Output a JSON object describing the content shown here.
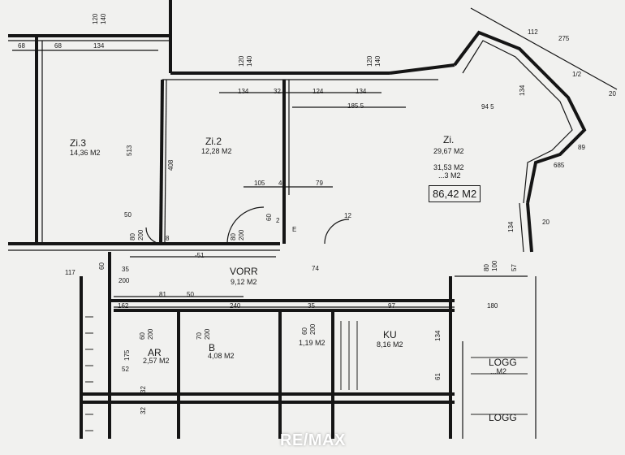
{
  "rooms": {
    "zi3": {
      "name": "Zi.3",
      "area": "14,36 M2"
    },
    "zi2": {
      "name": "Zi.2",
      "area": "12,28 M2"
    },
    "zi1": {
      "name": "Zi.",
      "area": "29,67 M2",
      "area_alt": "31,53 M2",
      "area_alt2": "...3 M2"
    },
    "vorr": {
      "name": "VORR",
      "area": "9,12 M2"
    },
    "ar": {
      "name": "AR",
      "area": "2,57 M2"
    },
    "b": {
      "name": "B",
      "area": "4,08 M2"
    },
    "wc": {
      "area": "1,19 M2"
    },
    "ku": {
      "name": "KU",
      "area": "8,16 M2"
    },
    "logg1": {
      "name": "LOGG",
      "area": "...M2"
    },
    "logg2": {
      "name": "LOGG"
    }
  },
  "total_area": "86,42 M2",
  "dimensions": {
    "d68a": "68",
    "d68b": "68",
    "d134a": "134",
    "d120a": "120",
    "d140a": "140",
    "d120b": "120",
    "d140b": "140",
    "d120c": "120",
    "d140c": "140",
    "d134b": "134",
    "d32": "32",
    "d124": "124",
    "d134c": "134",
    "d1855": "185 5",
    "d513": "513",
    "d408": "408",
    "d105": "105",
    "d40": "40",
    "d79": "79",
    "d50": "50",
    "d80a": "80",
    "d200a": "200",
    "d80b": "80",
    "d200b": "200",
    "d60": "60",
    "d2": "2",
    "d51": "-51",
    "d74": "74",
    "d81": "81",
    "d50b": "50",
    "d162": "162",
    "d240": "240",
    "d35": "35",
    "d97": "97",
    "d180": "180",
    "d60b": "60",
    "d200c": "200",
    "d70": "70",
    "d200d": "200",
    "d60c": "60",
    "d200e": "200",
    "d175": "175",
    "d52": "52",
    "d32b": "32",
    "d32c": "32",
    "d134d": "134",
    "d61": "61",
    "d112": "112",
    "d275": "275",
    "d12b": "1/2",
    "d20": "20",
    "d945": "94 5",
    "d134e": "134",
    "d685": "685",
    "d89": "89",
    "d20b": "20",
    "d134f": "134",
    "d80c": "80",
    "d100": "100",
    "d57": "57",
    "d117": "117",
    "d60d": "60",
    "d35b": "35",
    "d200f": "200",
    "d12": "12",
    "d8": "8"
  },
  "entrance_mark": "E",
  "brand": "RE/MAX"
}
